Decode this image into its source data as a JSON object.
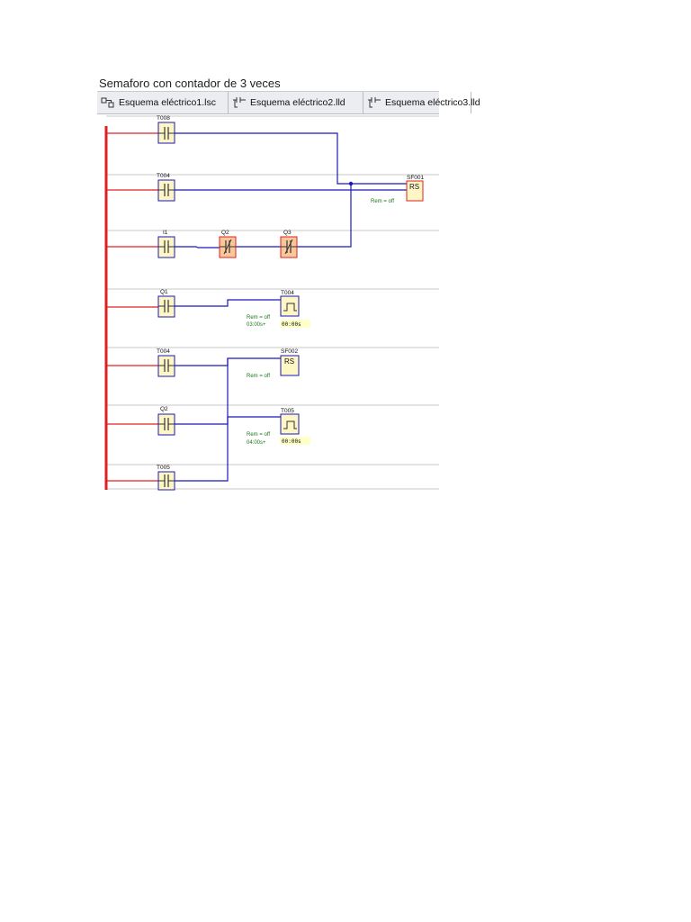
{
  "document": {
    "title": "Semaforo con contador de 3 veces"
  },
  "tabs": [
    {
      "label": "Esquema eléctrico1.lsc",
      "icon": "function-block-icon"
    },
    {
      "label": "Esquema eléctrico2.lld",
      "icon": "ladder-contact-icon"
    },
    {
      "label": "Esquema eléctrico3.lld",
      "icon": "ladder-contact-icon"
    }
  ],
  "colors": {
    "power_rail": "#e02020",
    "wire": "#1a1ab8",
    "contact_fill": "#fff6c6",
    "negated_contact_fill": "#f9c89a",
    "block_fill": "#fff6c6",
    "param_text": "#1a7a1a",
    "rung_divider": "#c8c8c8"
  },
  "contacts": {
    "t008": "T008",
    "t004_a": "T004",
    "i1": "I1",
    "q2_a": "Q2",
    "q3": "Q3",
    "q1": "Q1",
    "t004_b": "T004",
    "q2_b": "Q2",
    "t005": "T005"
  },
  "blocks": {
    "sf001": {
      "name": "SF001",
      "text": "RS",
      "param": "Rem = off"
    },
    "t004_timer": {
      "name": "T004",
      "param": "Rem = off",
      "preset": "03:00s+",
      "time": "00:00s"
    },
    "sf002": {
      "name": "SF002",
      "text": "RS",
      "param": "Rem = off"
    },
    "t005_timer": {
      "name": "T005",
      "param": "Rem = off",
      "preset": "04:00s+",
      "time": "00:00s"
    }
  }
}
